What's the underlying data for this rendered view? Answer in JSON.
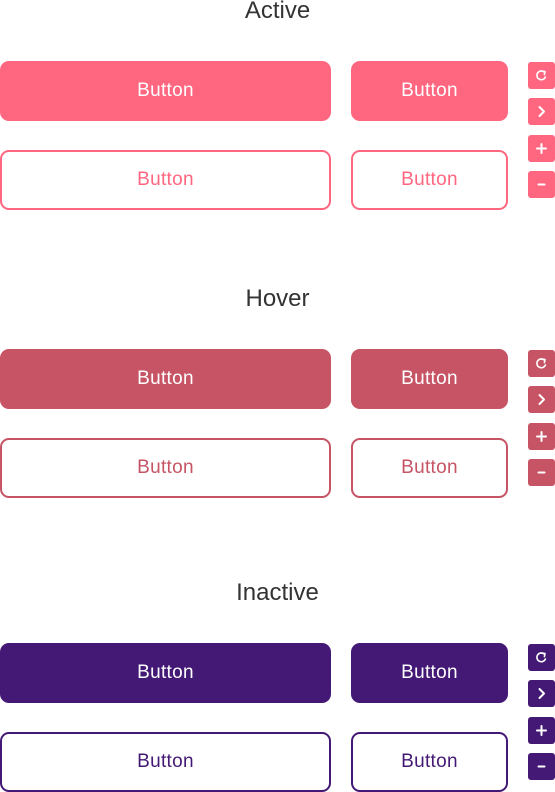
{
  "colors": {
    "active": "#ff6680",
    "hover": "#c65465",
    "inactive": "#441975"
  },
  "sections": [
    {
      "id": "active",
      "title": "Active",
      "filled_wide_label": "Button",
      "filled_narrow_label": "Button",
      "outline_wide_label": "Button",
      "outline_narrow_label": "Button",
      "icons": [
        "refresh-icon",
        "chevron-right-icon",
        "plus-icon",
        "minus-icon"
      ]
    },
    {
      "id": "hover",
      "title": "Hover",
      "filled_wide_label": "Button",
      "filled_narrow_label": "Button",
      "outline_wide_label": "Button",
      "outline_narrow_label": "Button",
      "icons": [
        "refresh-icon",
        "chevron-right-icon",
        "plus-icon",
        "minus-icon"
      ]
    },
    {
      "id": "inactive",
      "title": "Inactive",
      "filled_wide_label": "Button",
      "filled_narrow_label": "Button",
      "outline_wide_label": "Button",
      "outline_narrow_label": "Button",
      "icons": [
        "refresh-icon",
        "chevron-right-icon",
        "plus-icon",
        "minus-icon"
      ]
    }
  ]
}
